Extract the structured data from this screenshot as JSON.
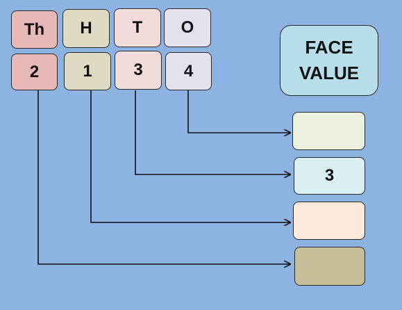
{
  "place_headers": [
    {
      "label": "Th",
      "color": "#e6b8b7"
    },
    {
      "label": "H",
      "color": "#ddd9c3"
    },
    {
      "label": "T",
      "color": "#f2dcdb"
    },
    {
      "label": "O",
      "color": "#e5e0ec"
    }
  ],
  "digits": [
    {
      "value": "2",
      "color": "#e6b8b7"
    },
    {
      "value": "1",
      "color": "#ddd9c3"
    },
    {
      "value": "3",
      "color": "#f2dcdb"
    },
    {
      "value": "4",
      "color": "#e5e0ec"
    }
  ],
  "face_value": {
    "line1": "FACE",
    "line2": "VALUE",
    "color": "#b7dee8"
  },
  "answers": [
    {
      "value": "",
      "color": "#ebf1de"
    },
    {
      "value": "3",
      "color": "#daeef3"
    },
    {
      "value": "",
      "color": "#fde9d9"
    },
    {
      "value": "",
      "color": "#c4bd97"
    }
  ]
}
